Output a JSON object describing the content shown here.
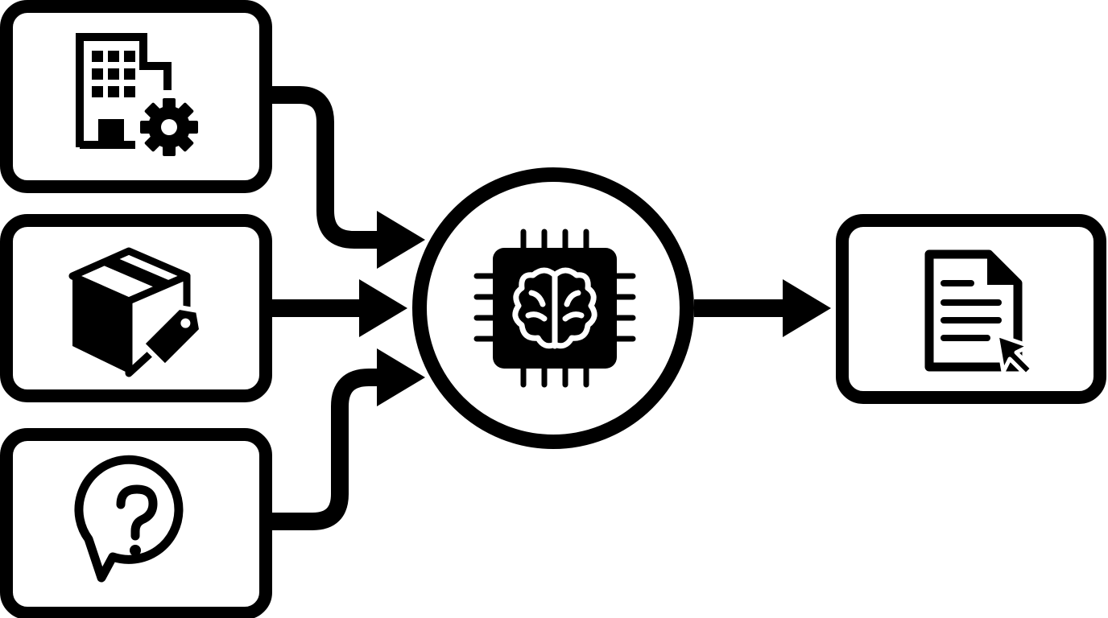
{
  "colors": {
    "ink": "#000000",
    "paper": "#ffffff"
  },
  "inputs": [
    {
      "icon": "building-gear-icon"
    },
    {
      "icon": "package-tag-icon"
    },
    {
      "icon": "question-bubble-icon"
    }
  ],
  "processor": {
    "icon": "ai-brain-chip-icon"
  },
  "output": {
    "icon": "document-cursor-icon"
  },
  "connections": [
    {
      "from": "input-1",
      "to": "processor"
    },
    {
      "from": "input-2",
      "to": "processor"
    },
    {
      "from": "input-3",
      "to": "processor"
    },
    {
      "from": "processor",
      "to": "output"
    }
  ]
}
